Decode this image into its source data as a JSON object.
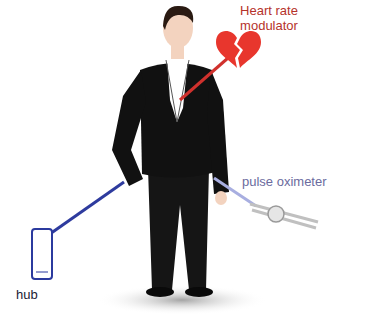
{
  "diagram": {
    "labels": [
      "Heart rate modulator",
      "pulse oximeter",
      "hub"
    ]
  }
}
